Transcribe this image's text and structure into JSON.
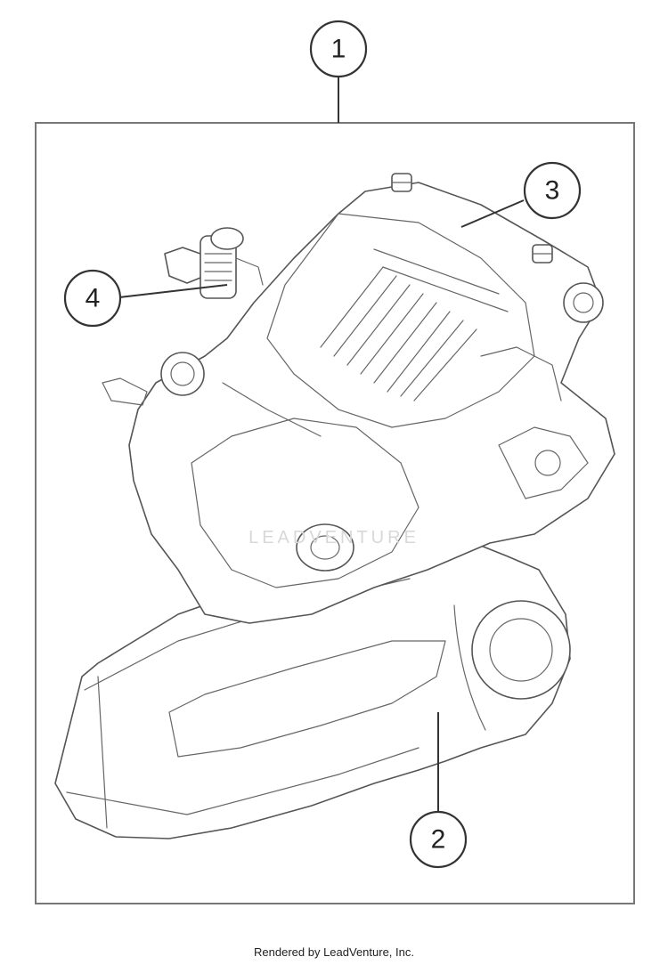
{
  "callouts": [
    {
      "label": "1"
    },
    {
      "label": "2"
    },
    {
      "label": "3"
    },
    {
      "label": "4"
    }
  ],
  "watermark": "LEADVENTURE",
  "footer": "Rendered by LeadVenture, Inc."
}
